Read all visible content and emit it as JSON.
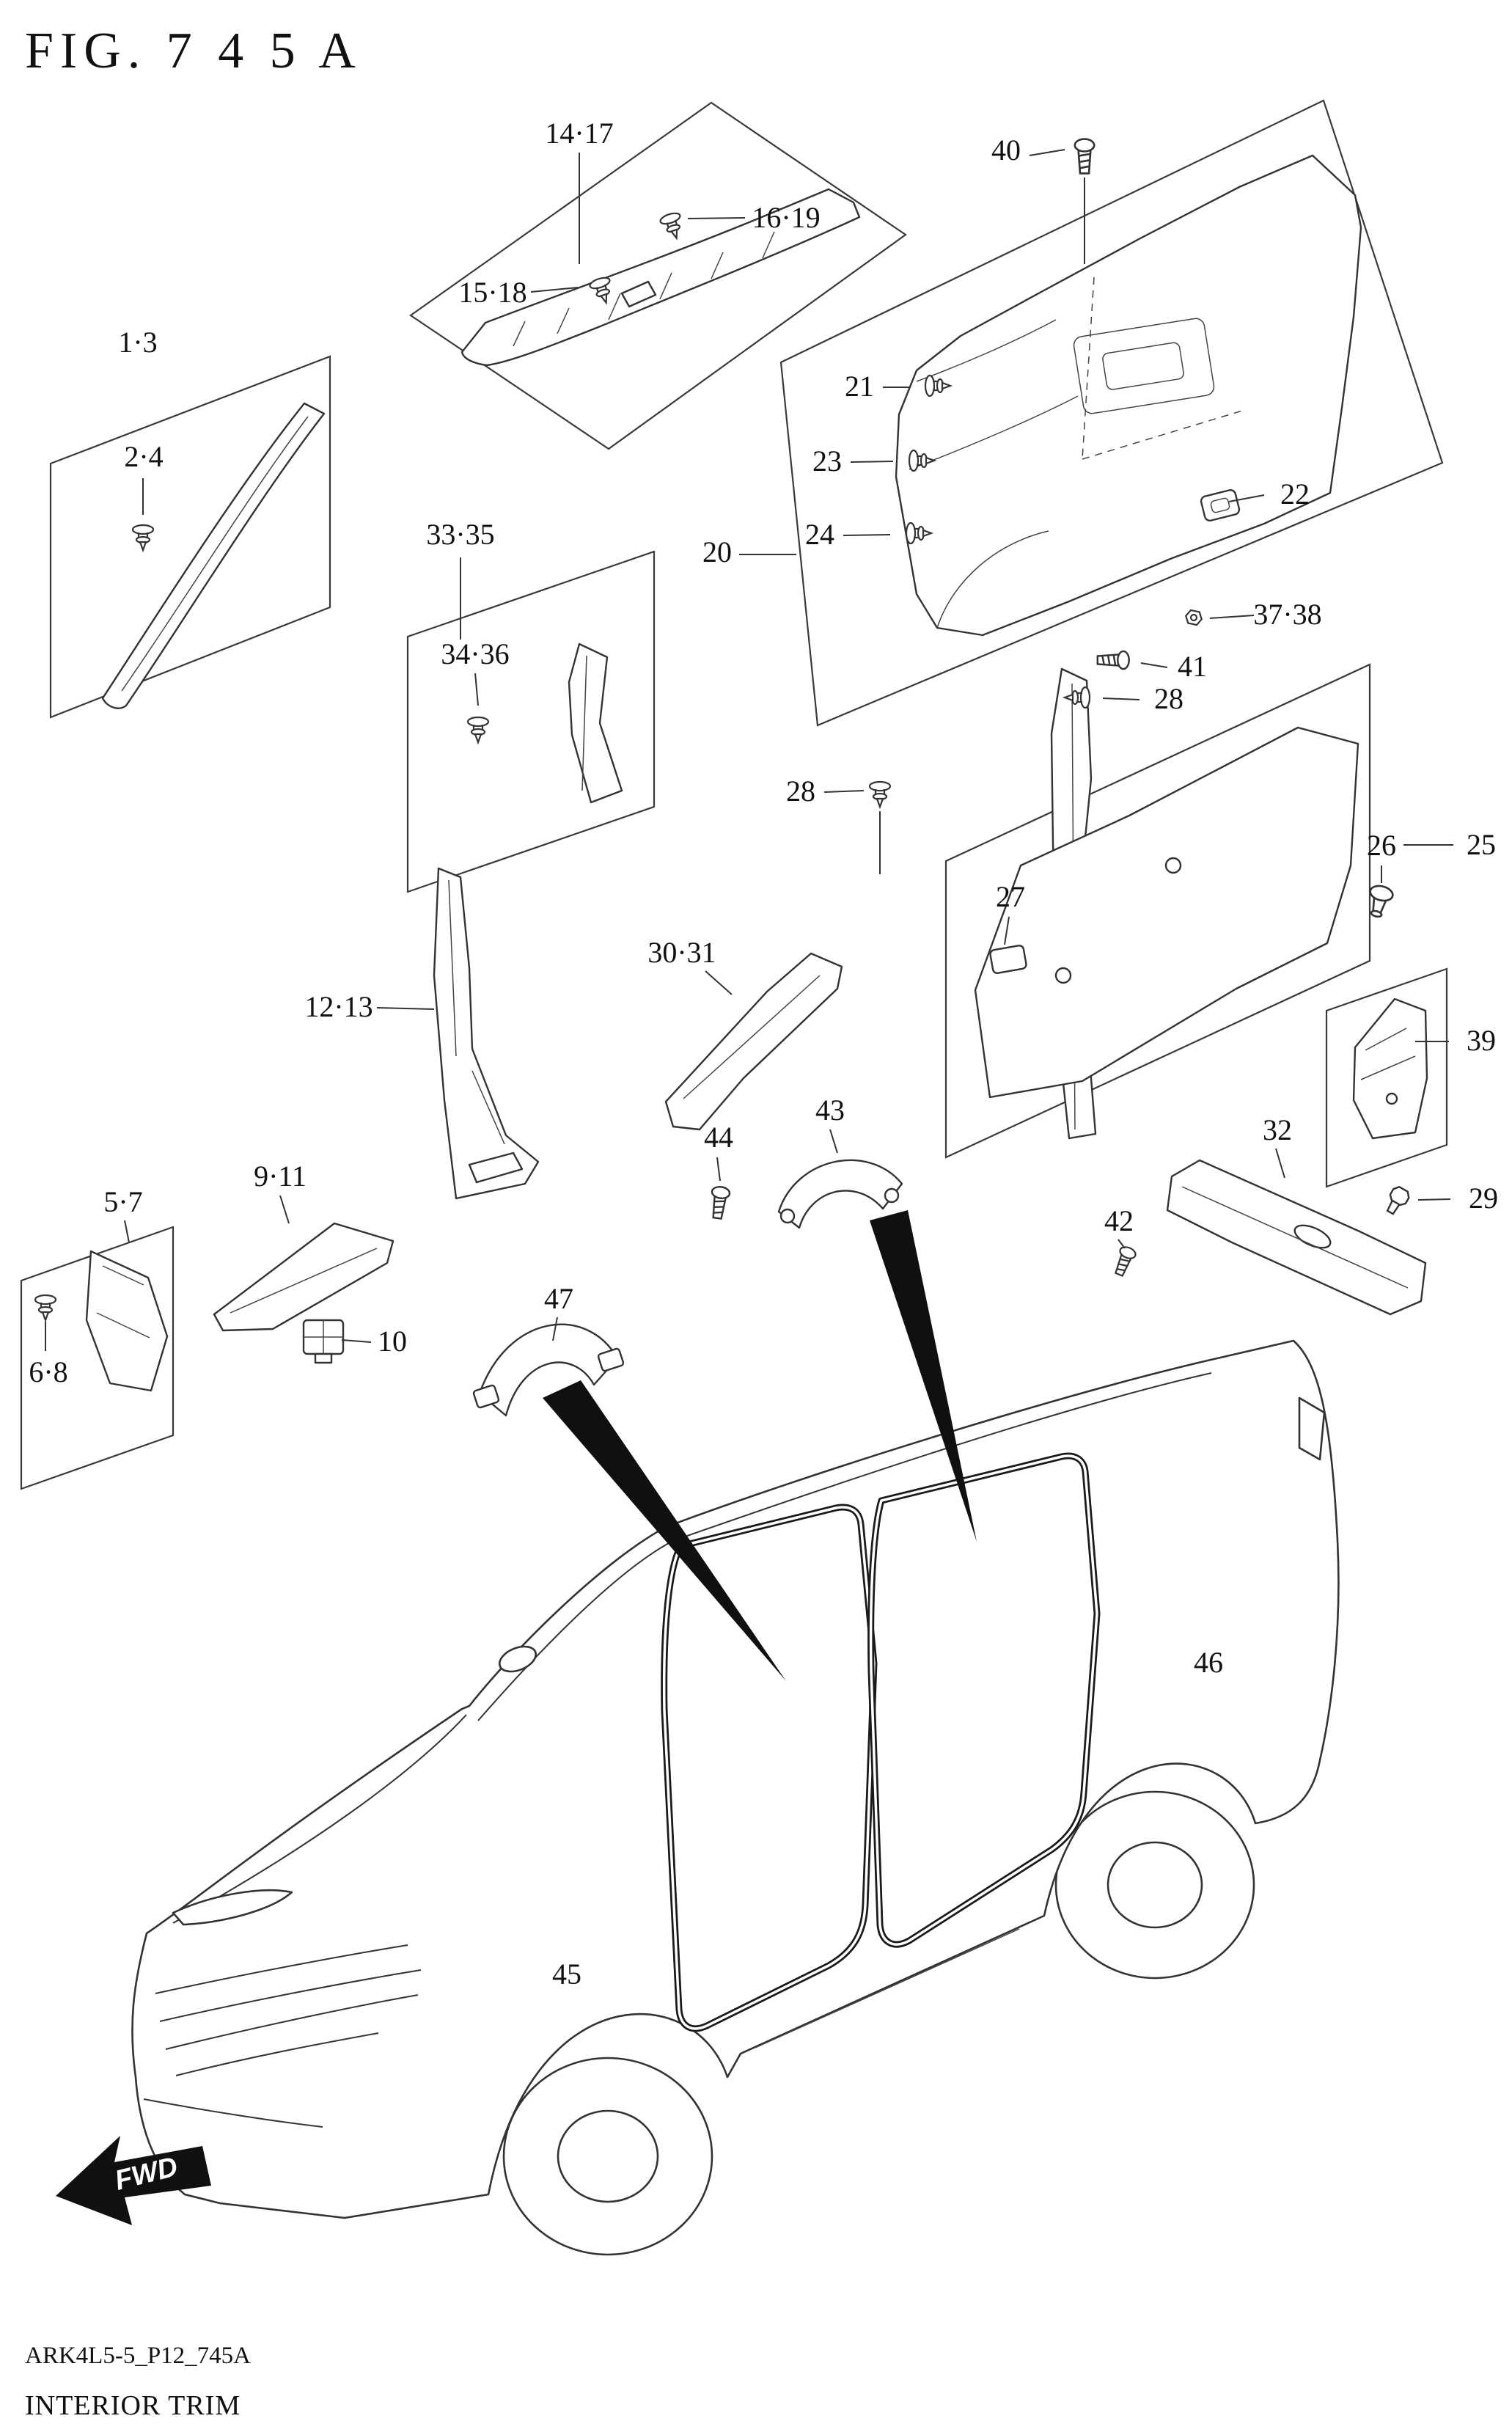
{
  "figure": {
    "title": "FIG. 7 4 5 A",
    "code": "ARK4L5-5_P12_745A",
    "doc_title": "INTERIOR TRIM",
    "fwd_label": "FWD"
  },
  "callouts": {
    "c1_3": "1·3",
    "c2_4": "2·4",
    "c5_7": "5·7",
    "c6_8": "6·8",
    "c9_11": "9·11",
    "c10": "10",
    "c12_13": "12·13",
    "c14_17": "14·17",
    "c15_18": "15·18",
    "c16_19": "16·19",
    "c20": "20",
    "c21": "21",
    "c22": "22",
    "c23": "23",
    "c24": "24",
    "c25": "25",
    "c26": "26",
    "c27": "27",
    "c28_upper": "28",
    "c28_lower": "28",
    "c29": "29",
    "c30_31": "30·31",
    "c32": "32",
    "c33_35": "33·35",
    "c34_36": "34·36",
    "c37_38": "37·38",
    "c39": "39",
    "c40": "40",
    "c41": "41",
    "c42": "42",
    "c43": "43",
    "c44": "44",
    "c45": "45",
    "c46": "46",
    "c47": "47"
  }
}
